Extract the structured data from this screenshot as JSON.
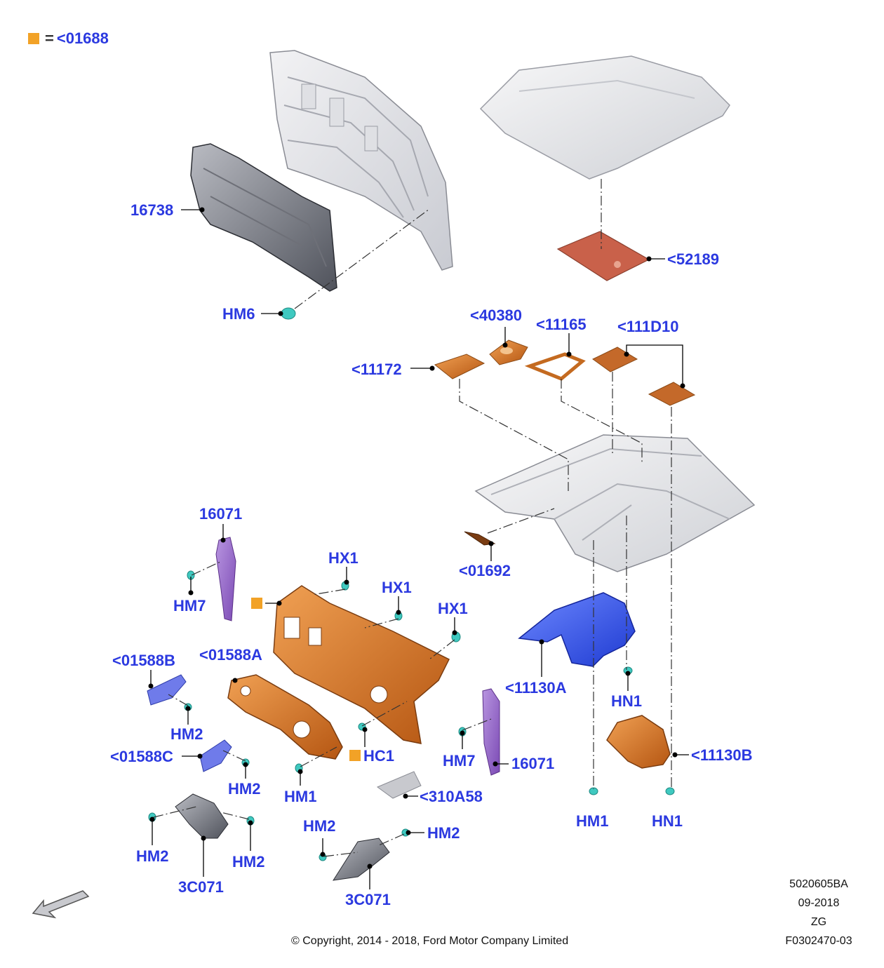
{
  "legend": {
    "code": "<01688",
    "equals": "="
  },
  "labels": {
    "l16738": "16738",
    "hm6": "HM6",
    "l52189": "<52189",
    "l40380": "<40380",
    "l11165": "<11165",
    "l111d10": "<111D10",
    "l11172": "<11172",
    "l16071_top": "16071",
    "hm7_left": "HM7",
    "hx1_a": "HX1",
    "hx1_b": "HX1",
    "hx1_c": "HX1",
    "l01692": "<01692",
    "l01588b": "<01588B",
    "l01588a": "<01588A",
    "hm2_a": "HM2",
    "l11130a": "<11130A",
    "hn1_upper": "HN1",
    "l01588c": "<01588C",
    "hc1": "HC1",
    "hm7_right": "HM7",
    "l16071_right": "16071",
    "l11130b": "<11130B",
    "hm2_b": "HM2",
    "hm1_left": "HM1",
    "l310a58": "<310A58",
    "hm1_right": "HM1",
    "hn1_lower": "HN1",
    "hm2_c": "HM2",
    "hm2_d": "HM2",
    "hm2_e": "HM2",
    "hm2_f": "HM2",
    "l3c071_left": "3C071",
    "l3c071_right": "3C071"
  },
  "footer": {
    "copyright": "© Copyright, 2014 - 2018, Ford Motor Company Limited",
    "doc_id": "5020605BA",
    "date": "09-2018",
    "code": "ZG",
    "figure": "F0302470-03"
  },
  "colors": {
    "label": "#2b39e0",
    "orange_part": "#d9782a",
    "purple_part": "#9a6bc9",
    "blue_part": "#3a5de0",
    "teal_clip": "#3fc9c0",
    "legend_square": "#f2a227"
  }
}
